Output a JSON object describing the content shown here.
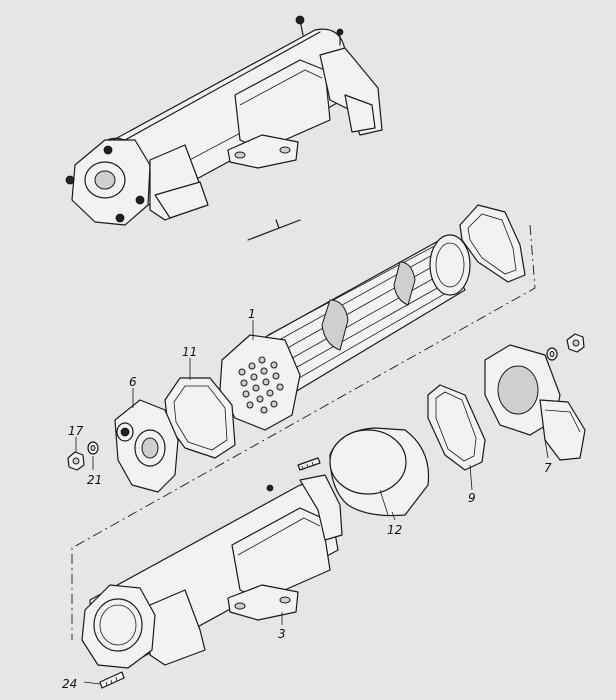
{
  "callouts": {
    "c1": "1",
    "c3": "3",
    "c6": "6",
    "c7": "7",
    "c9": "9",
    "c11": "11",
    "c12": "12",
    "c17": "17",
    "c21": "21",
    "c24": "24"
  },
  "colors": {
    "background": "#e6e6e6",
    "line": "#1a1a1a"
  }
}
